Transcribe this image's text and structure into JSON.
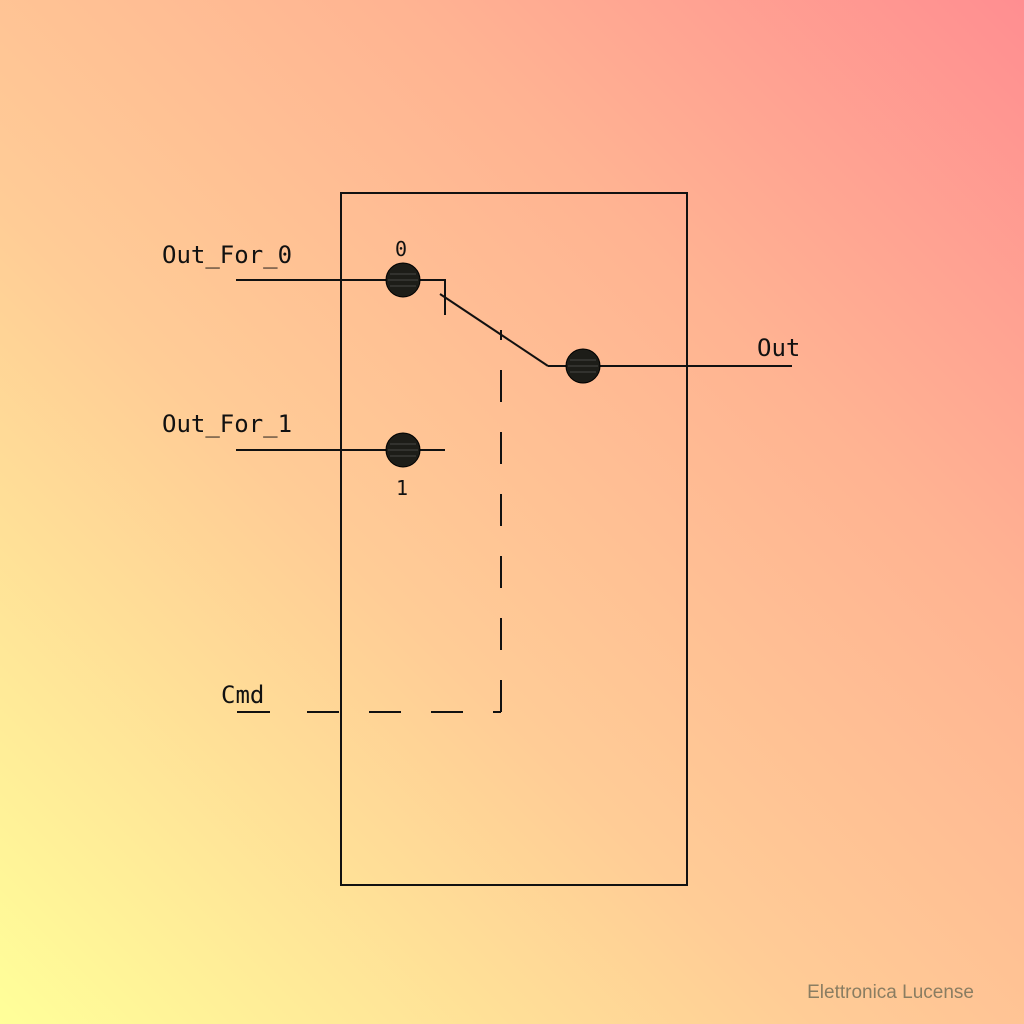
{
  "diagram": {
    "inputs": {
      "out_for_0": "Out_For_0",
      "out_for_1": "Out_For_1",
      "cmd": "Cmd"
    },
    "output": "Out",
    "positions": {
      "zero": "0",
      "one": "1"
    }
  },
  "footer": {
    "credit": "Elettronica Lucense"
  }
}
